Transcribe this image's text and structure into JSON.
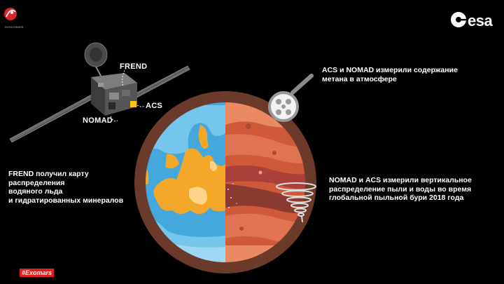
{
  "branding": {
    "roscosmos_label": "ROSCOSMOS",
    "esa_label": "esa",
    "hashtag": "#Exomars"
  },
  "instrument_labels": {
    "frend": "FREND",
    "acs": "ACS",
    "nomad": "NOMAD"
  },
  "captions": {
    "left": [
      "FREND получил карту",
      "распределения",
      "водяного льда",
      "и гидратированных минералов"
    ],
    "top_right": [
      "ACS и NOMAD измерили содержание",
      "метана в атмосфере"
    ],
    "bottom_right": [
      "NOMAD и ACS измерили вертикальное",
      "распределение пыли и воды во время",
      "глобальной пыльной бури 2018 года"
    ]
  },
  "colors": {
    "background": "#000000",
    "mars_rim": "#6b3a2a",
    "ice_map_blue": "#45a8dc",
    "ice_map_orange": "#f4a82a",
    "mars_red": "#cf5a3a",
    "hashtag_red": "#e0201d"
  },
  "icons": [
    "roscosmos-logo",
    "esa-logo",
    "magnifier-icon",
    "dust-storm-icon",
    "orbiter-illustration"
  ]
}
